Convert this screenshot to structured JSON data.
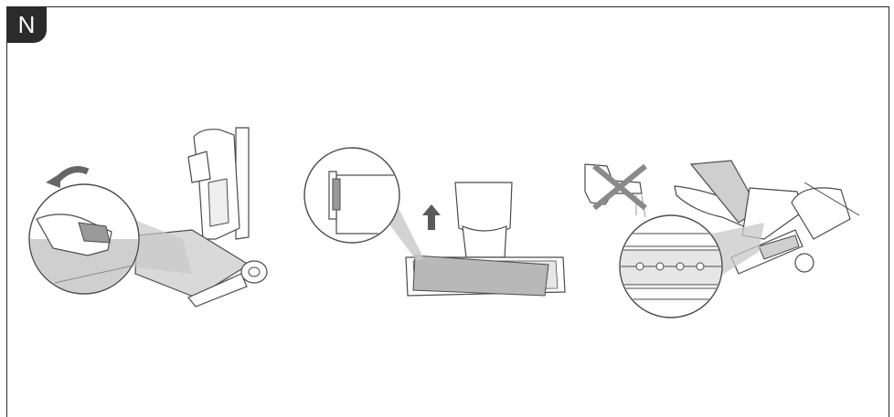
{
  "section_badge": "N",
  "steps": [
    {
      "icon": "remove-mop-pad-illustration"
    },
    {
      "icon": "lift-mop-cover-illustration"
    },
    {
      "icon": "wipe-brush-no-water-illustration"
    }
  ],
  "colors": {
    "frame": "#2a2a2a",
    "badge_bg": "#2b2b2b",
    "line": "#4a4a4a",
    "fill_light": "#e6e6e6",
    "fill_mid": "#b8b8b8",
    "fill_dark": "#8a8a8a"
  }
}
